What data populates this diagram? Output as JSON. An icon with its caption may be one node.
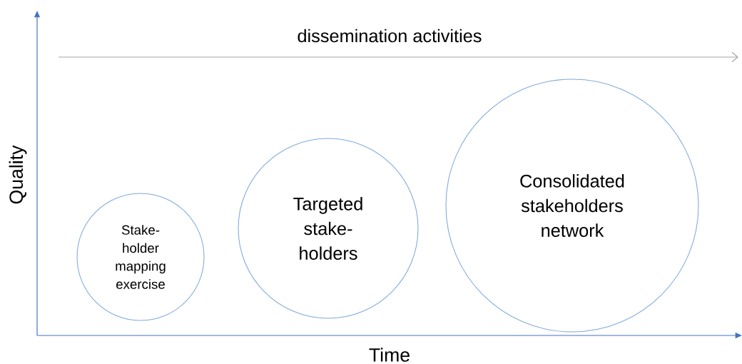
{
  "diagram": {
    "nodes": [
      {
        "text": [
          "Stake-holder mapping exercise"
        ]
      },
      {
        "text": [
          "Targeted stake-holders"
        ]
      },
      {
        "text": [
          "Consolidated stakeholders network"
        ]
      }
    ],
    "labels": [
      "dissemination activities",
      "Quality",
      "Time"
    ]
  }
}
